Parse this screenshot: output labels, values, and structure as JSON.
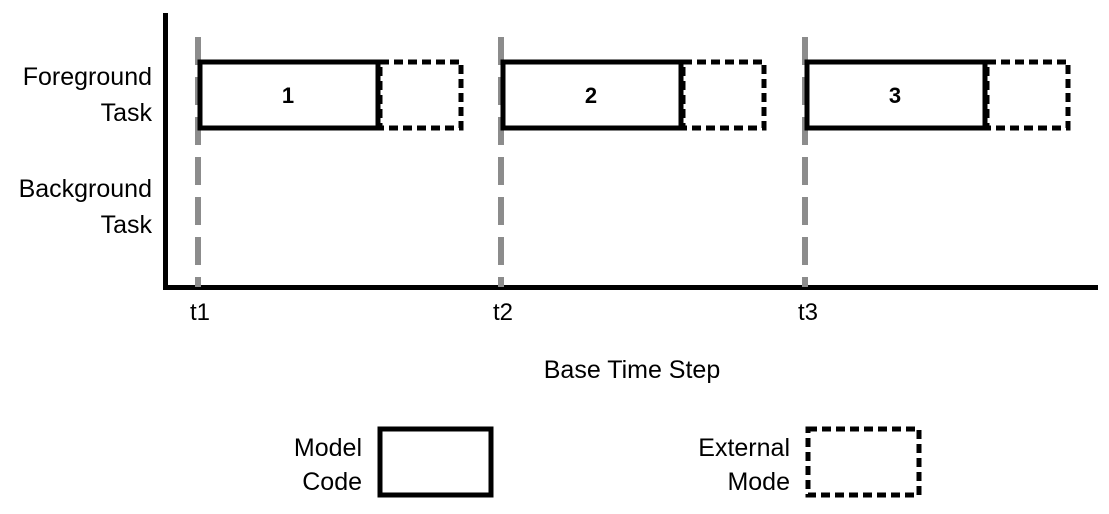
{
  "chart_data": {
    "type": "gantt",
    "title": "",
    "xlabel": "Base Time Step",
    "ylabel": "",
    "grid": false,
    "axis": {
      "x_start": 163,
      "x_end": 1098,
      "y_top": 13,
      "y_bottom": 287,
      "color": "#000000",
      "stroke_width": 5
    },
    "x_ticks": [
      {
        "label": "t1",
        "x": 198
      },
      {
        "label": "t2",
        "x": 501
      },
      {
        "label": "t3",
        "x": 805
      }
    ],
    "gridline_color": "#8c8c8c",
    "lanes": [
      {
        "name": "foreground",
        "label_line1": "Foreground",
        "label_line2": "Task",
        "y_center": 95
      },
      {
        "name": "background",
        "label_line1": "Background",
        "label_line2": "Task",
        "y_center": 207
      }
    ],
    "series": [
      {
        "name": "Model Code",
        "style": "solid",
        "color": "#000000"
      },
      {
        "name": "External Mode",
        "style": "dashed",
        "color": "#000000"
      }
    ],
    "bars": [
      {
        "lane": "foreground",
        "number": "1",
        "tick": "t1",
        "model_code": {
          "x": 198,
          "width": 180
        },
        "external_mode": {
          "x": 378,
          "width": 84
        }
      },
      {
        "lane": "foreground",
        "number": "2",
        "tick": "t2",
        "model_code": {
          "x": 501,
          "width": 180
        },
        "external_mode": {
          "x": 681,
          "width": 84
        }
      },
      {
        "lane": "foreground",
        "number": "3",
        "tick": "t3",
        "model_code": {
          "x": 805,
          "width": 180
        },
        "external_mode": {
          "x": 985,
          "width": 84
        }
      }
    ]
  },
  "y_axis_labels": {
    "foreground_line1": "Foreground",
    "foreground_line2": "Task",
    "background_line1": "Background",
    "background_line2": "Task"
  },
  "x_axis": {
    "title": "Base Time Step",
    "tick_1": "t1",
    "tick_2": "t2",
    "tick_3": "t3"
  },
  "bar_numbers": {
    "bar_1": "1",
    "bar_2": "2",
    "bar_3": "3"
  },
  "legend": {
    "model_code_line1": "Model",
    "model_code_line2": "Code",
    "external_mode_line1": "External",
    "external_mode_line2": "Mode"
  },
  "colors": {
    "foreground": "#000000",
    "gridline": "#8c8c8c",
    "background": "#ffffff"
  }
}
